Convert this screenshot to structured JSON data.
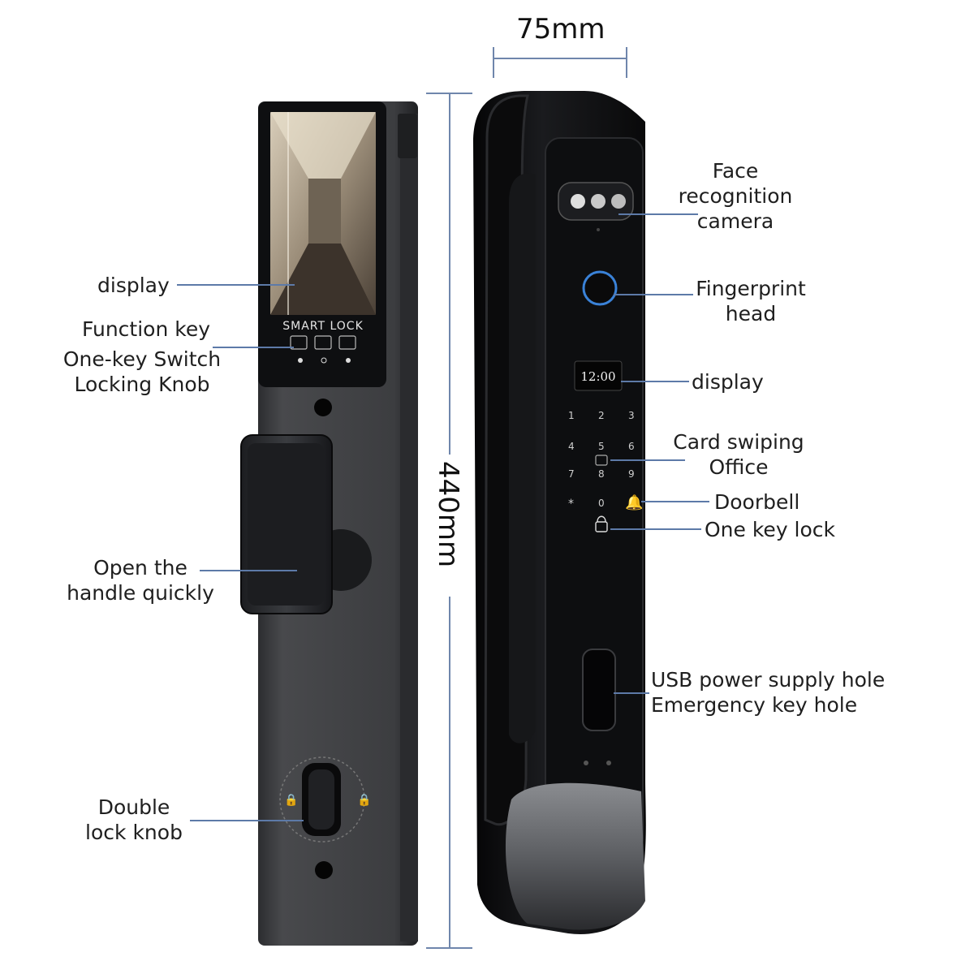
{
  "panel_labels": {
    "display_left": "display",
    "function_key": "Function key",
    "one_key_switch": [
      "One-key Switch",
      "Locking Knob"
    ],
    "open_handle": [
      "Open the",
      "handle quickly"
    ],
    "double_lock_knob": [
      "Double",
      "lock knob"
    ],
    "face_camera": [
      "Face",
      "recognition",
      "camera"
    ],
    "fingerprint": [
      "Fingerprint",
      "head"
    ],
    "display_right": "display",
    "card_swiping": [
      "Card swiping",
      "Office"
    ],
    "doorbell": "Doorbell",
    "one_key_lock": "One key lock",
    "usb_emergency": [
      "USB power supply hole",
      "Emergency key hole"
    ]
  },
  "dimensions": {
    "width": "75mm",
    "height": "440mm"
  },
  "device": {
    "screen_brand": "SMART LOCK",
    "clock": "12:00",
    "keypad": [
      "1",
      "2",
      "3",
      "4",
      "5",
      "6",
      "7",
      "8",
      "9",
      "*",
      "0"
    ]
  },
  "colors": {
    "leader": "#5d7aa8",
    "body": "#3a3b3e",
    "front": "#111214"
  }
}
